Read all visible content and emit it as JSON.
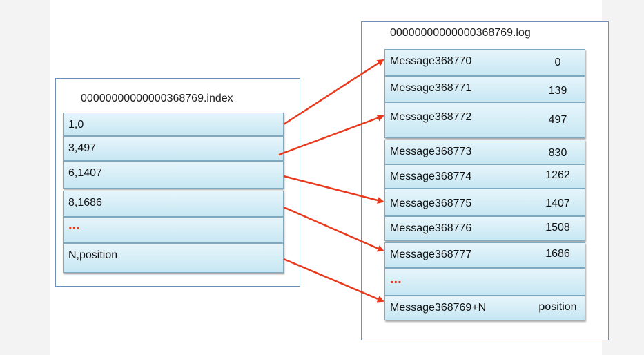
{
  "index_file": {
    "title": "00000000000000368769.index",
    "entries": [
      "1,0",
      "3,497",
      "6,1407",
      "8,1686",
      "...",
      "N,position"
    ]
  },
  "log_file": {
    "title": "00000000000000368769.log",
    "entries": [
      {
        "message": "Message368770",
        "offset": "0"
      },
      {
        "message": "Message368771",
        "offset": "139"
      },
      {
        "message": "Message368772",
        "offset": "497"
      },
      {
        "message": "Message368773",
        "offset": "830"
      },
      {
        "message": "Message368774",
        "offset": "1262"
      },
      {
        "message": "Message368775",
        "offset": "1407"
      },
      {
        "message": "Message368776",
        "offset": "1508"
      },
      {
        "message": "Message368777",
        "offset": "1686"
      },
      {
        "message": "...",
        "offset": ""
      },
      {
        "message": "Message368769+N",
        "offset": "position"
      }
    ]
  },
  "arrow_color": "#e8391d",
  "mappings": [
    {
      "from_index": 0,
      "to_log": 0
    },
    {
      "from_index": 1,
      "to_log": 2
    },
    {
      "from_index": 2,
      "to_log": 5
    },
    {
      "from_index": 3,
      "to_log": 7
    },
    {
      "from_index": 5,
      "to_log": 9
    }
  ]
}
